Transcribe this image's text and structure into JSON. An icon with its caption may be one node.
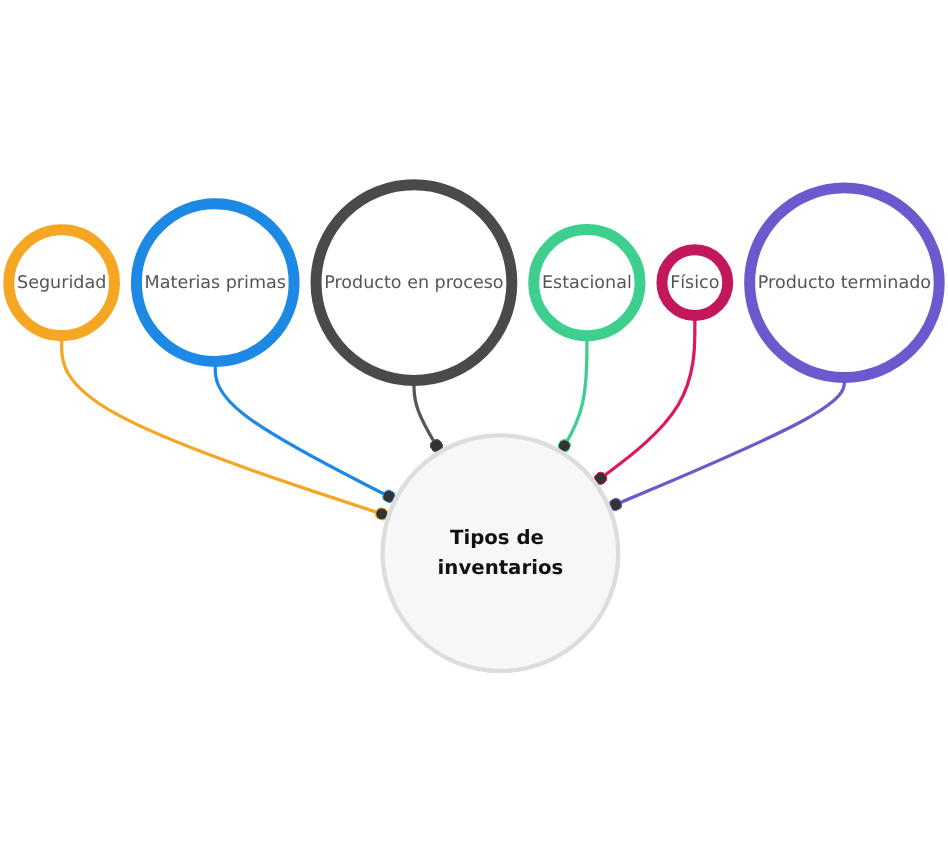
{
  "diagram": {
    "nodes": [
      {
        "text": [
          "Tipos de inventarios"
        ]
      },
      {
        "text": [
          "Materias primas"
        ]
      },
      {
        "text": [
          "Producto en proceso"
        ]
      },
      {
        "text": [
          "Producto terminado"
        ]
      },
      {
        "text": [
          "Físico"
        ]
      },
      {
        "text": [
          "Estacional"
        ]
      },
      {
        "text": [
          "Seguridad"
        ]
      }
    ],
    "edges": [
      {
        "from": 6,
        "to": 0,
        "arrow": "other",
        "color": "#f5a623"
      },
      {
        "from": 1,
        "to": 0,
        "arrow": "other",
        "color": "#1e88e5"
      },
      {
        "from": 2,
        "to": 0,
        "arrow": "other",
        "color": "#555555"
      },
      {
        "from": 5,
        "to": 0,
        "arrow": "other",
        "color": "#3ecf8e"
      },
      {
        "from": 4,
        "to": 0,
        "arrow": "other",
        "color": "#d81b60"
      },
      {
        "from": 3,
        "to": 0,
        "arrow": "other",
        "color": "#6a5acd"
      }
    ]
  }
}
